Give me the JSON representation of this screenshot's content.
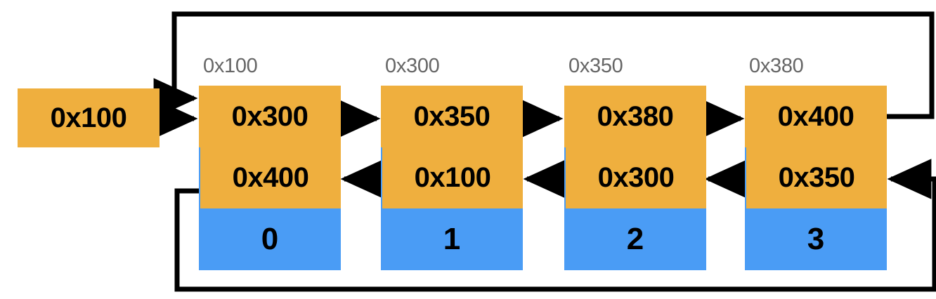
{
  "diagram": {
    "title": "doubly-linked-circular-list",
    "colors": {
      "node_pointer_fill": "#efaf3e",
      "node_value_fill": "#4a9cf5",
      "address_label": "#666666",
      "arrow": "#000000",
      "background": "#ffffff"
    },
    "head": {
      "label": "0x100"
    },
    "nodes": [
      {
        "address_label": "0x100",
        "next": "0x300",
        "prev": "0x400",
        "value": "0"
      },
      {
        "address_label": "0x300",
        "next": "0x350",
        "prev": "0x100",
        "value": "1"
      },
      {
        "address_label": "0x350",
        "next": "0x380",
        "prev": "0x300",
        "value": "2"
      },
      {
        "address_label": "0x380",
        "next": "0x400",
        "prev": "0x350",
        "value": "3"
      }
    ]
  }
}
